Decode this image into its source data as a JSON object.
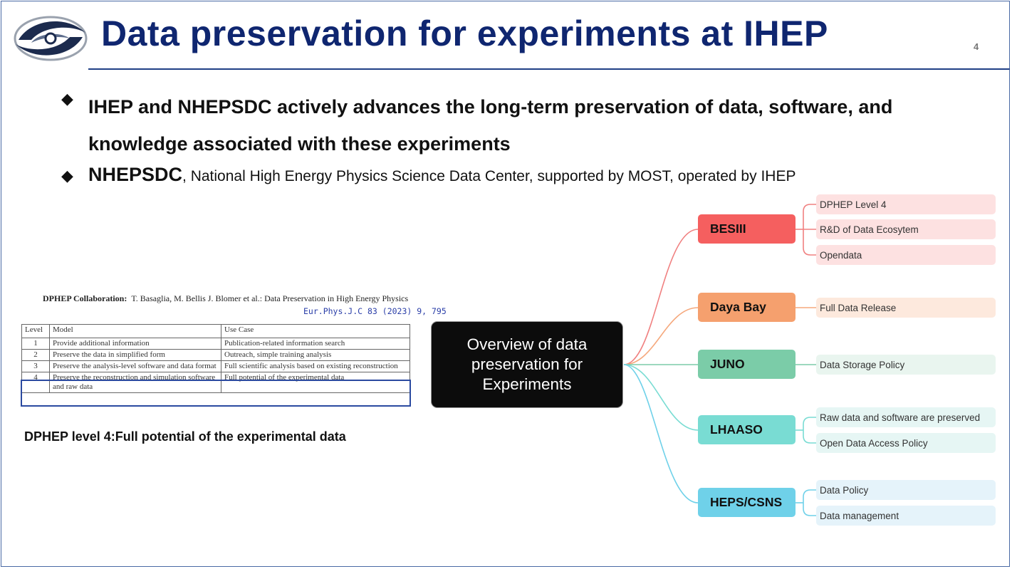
{
  "slide": {
    "title": "Data preservation for experiments at IHEP",
    "page_number": "4"
  },
  "bullets": [
    {
      "text": "IHEP and NHEPSDC actively advances the long-term preservation of data, software, and knowledge associated with these experiments"
    },
    {
      "strong": "NHEPSDC",
      "rest": ", National High Energy Physics Science Data Center, supported by MOST, operated by IHEP"
    }
  ],
  "citation": {
    "label": "DPHEP Collaboration:",
    "authors": "T. Basaglia, M. Bellis J. Blomer et al.: Data Preservation in High Energy Physics",
    "reference": "Eur.Phys.J.C 83 (2023) 9, 795"
  },
  "level_table": {
    "headers": [
      "Level",
      "Model",
      "Use Case"
    ],
    "rows": [
      [
        "1",
        "Provide additional information",
        "Publication-related information search"
      ],
      [
        "2",
        "Preserve the data in simplified form",
        "Outreach, simple training analysis"
      ],
      [
        "3",
        "Preserve the analysis-level software and data format",
        "Full scientific analysis based on existing reconstruction"
      ],
      [
        "4",
        "Preserve the reconstruction and simulation software and raw data",
        "Full potential of the experimental data"
      ]
    ]
  },
  "caption": "DPHEP level 4:Full potential of the experimental data",
  "mindmap": {
    "center": "Overview of data preservation for Experiments",
    "branches": [
      {
        "name": "BESIII",
        "color": "#f55f5f",
        "leaves": [
          "DPHEP Level 4",
          "R&D of Data Ecosytem",
          "Opendata"
        ]
      },
      {
        "name": "Daya Bay",
        "color": "#f5a06e",
        "leaves": [
          "Full Data Release"
        ]
      },
      {
        "name": "JUNO",
        "color": "#7bcca8",
        "leaves": [
          "Data Storage Policy"
        ]
      },
      {
        "name": "LHAASO",
        "color": "#79dcd3",
        "leaves": [
          "Raw data and software are preserved",
          "Open Data Access Policy"
        ]
      },
      {
        "name": "HEPS/CSNS",
        "color": "#6fd1e9",
        "leaves": [
          "Data Policy",
          "Data management"
        ]
      }
    ]
  }
}
